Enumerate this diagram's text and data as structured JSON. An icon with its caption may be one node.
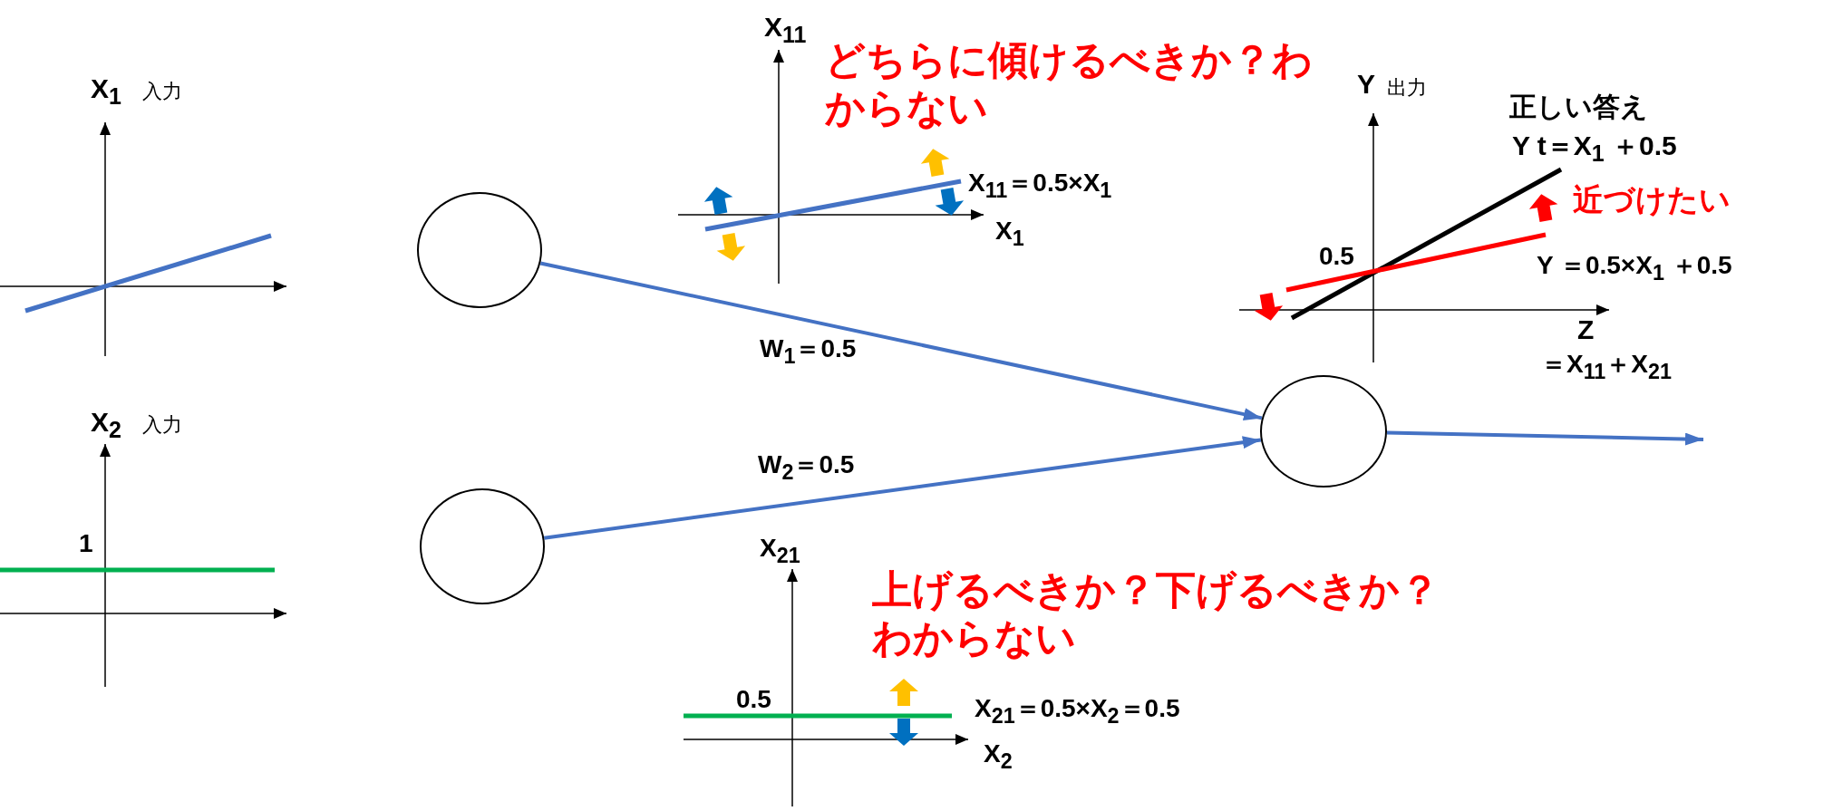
{
  "diagram": {
    "nodes": [
      {
        "text": [],
        "shape": "circle"
      },
      {
        "text": [],
        "shape": "circle"
      },
      {
        "text": [],
        "shape": "circle"
      }
    ],
    "edges": [
      {
        "from": 0,
        "to": 2,
        "arrow": "to",
        "label": "W$_{1}$＝0.5"
      },
      {
        "from": 1,
        "to": 2,
        "arrow": "to",
        "label": "W$_{2}$＝0.5"
      },
      {
        "from": 2,
        "to": null,
        "arrow": "to"
      }
    ],
    "labels": [
      "X$_{11}$",
      "どちらに傾けるべきか？わからない",
      "X$_{1}$",
      "入力",
      "Y",
      "出力",
      "正しい答え",
      "Y t＝X$_{1}$ ＋0.5",
      "X$_{11}$＝0.5×X$_{1}$",
      "近づけたい",
      "X$_{1}$",
      "0.5",
      "Y ＝0.5×X$_{1}$ ＋0.5",
      "Z",
      "＝X$_{11}$＋X$_{21}$",
      "X$_{2}$",
      "入力",
      "1",
      "X$_{21}$",
      "上げるべきか？下げるべきか？わからない",
      "0.5",
      "X$_{21}$＝0.5×X$_{2}$＝0.5",
      "X$_{2}$"
    ]
  }
}
